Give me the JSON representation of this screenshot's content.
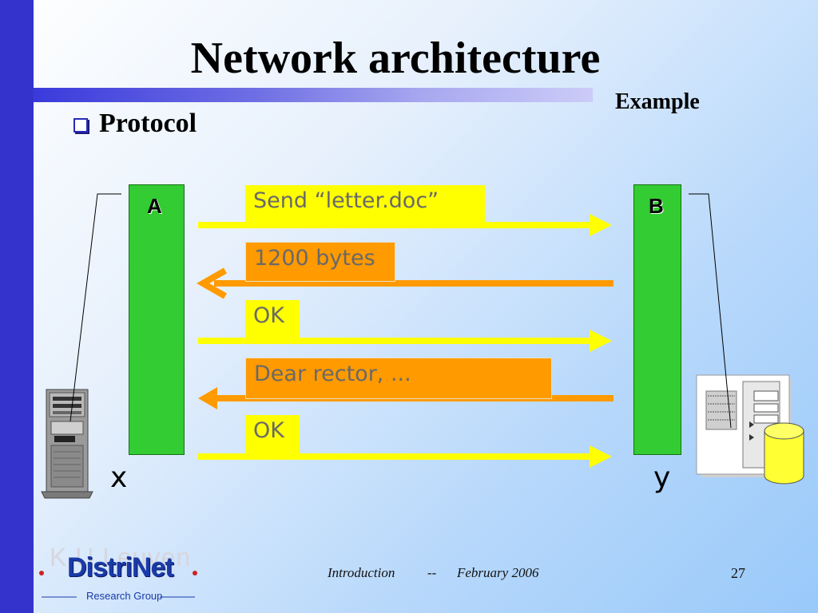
{
  "slide": {
    "title": "Network architecture",
    "tag": "Example",
    "bullet": "Protocol"
  },
  "hosts": {
    "a": "A",
    "b": "B",
    "x": "x",
    "y": "y"
  },
  "messages": [
    {
      "text": "Send “letter.doc”",
      "direction": "A-to-B",
      "color": "#ffff00"
    },
    {
      "text": "1200 bytes",
      "direction": "B-to-A",
      "color": "#ff9a00"
    },
    {
      "text": "OK",
      "direction": "A-to-B",
      "color": "#ffff00"
    },
    {
      "text": "Dear rector, ...",
      "direction": "B-to-A",
      "color": "#ff9a00"
    },
    {
      "text": "OK",
      "direction": "A-to-B",
      "color": "#ffff00"
    }
  ],
  "footer": {
    "section": "Introduction",
    "separator": "--",
    "date": "February 2006",
    "page": "27"
  },
  "logo": {
    "watermark": "K.U.Leuven",
    "name": "DistriNet",
    "subtitle": "Research Group"
  },
  "colors": {
    "left_bar": "#3434cc",
    "host_bar": "#33cc33",
    "arrow_yellow": "#ffff00",
    "arrow_orange": "#ff9a00"
  }
}
